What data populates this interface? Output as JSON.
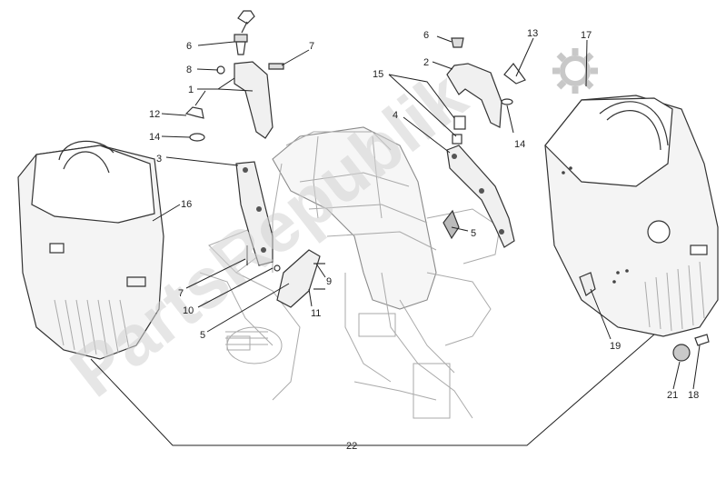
{
  "diagram": {
    "watermark": "PartsRepublik",
    "callouts": {
      "c6a": "6",
      "c7a": "7",
      "c8": "8",
      "c1": "1",
      "c12": "12",
      "c14a": "14",
      "c3": "3",
      "c16": "16",
      "c7b": "7",
      "c10": "10",
      "c5a": "5",
      "c9": "9",
      "c11": "11",
      "c6b": "6",
      "c2": "2",
      "c13": "13",
      "c17": "17",
      "c15": "15",
      "c4": "4",
      "c14b": "14",
      "c5b": "5",
      "c19": "19",
      "c21": "21",
      "c18": "18",
      "c22": "22"
    },
    "icons": [
      "gear-icon"
    ]
  }
}
